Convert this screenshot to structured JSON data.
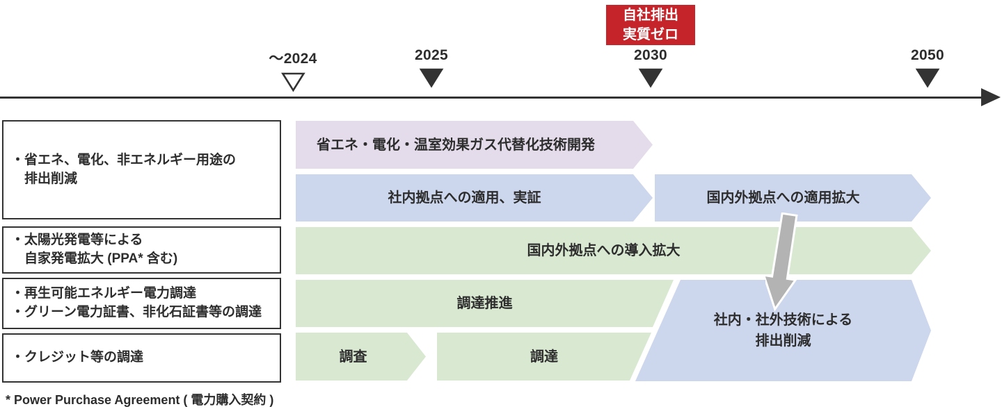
{
  "palette": {
    "purple": "#e4dcea",
    "blue": "#ccd6ec",
    "green": "#d9e8d1",
    "red": "#c5242b",
    "dark": "#333333",
    "gray_arrow": "#b3b3b3",
    "text": "#2d2d2d"
  },
  "timeline": {
    "badge": {
      "line1": "自社排出",
      "line2": "実質ゼロ"
    },
    "markers": [
      {
        "id": "m2024",
        "label": "～2024",
        "style": "open"
      },
      {
        "id": "m2025",
        "label": "2025",
        "style": "filled"
      },
      {
        "id": "m2030",
        "label": "2030",
        "style": "filled"
      },
      {
        "id": "m2050",
        "label": "2050",
        "style": "filled"
      }
    ]
  },
  "categories": [
    {
      "id": "cat-energy-saving",
      "lines": [
        {
          "text": "・省エネ、電化、非エネルギー用途の",
          "indent": false
        },
        {
          "text": "排出削減",
          "indent": true
        }
      ]
    },
    {
      "id": "cat-solar",
      "lines": [
        {
          "text": "・太陽光発電等による",
          "indent": false
        },
        {
          "text": "自家発電拡大 (PPA* 含む)",
          "indent": true
        }
      ]
    },
    {
      "id": "cat-renewable",
      "lines": [
        {
          "text": "・再生可能エネルギー電力調達",
          "indent": false
        },
        {
          "text": "・グリーン電力証書、非化石証書等の調達",
          "indent": false
        }
      ]
    },
    {
      "id": "cat-credit",
      "lines": [
        {
          "text": "・クレジット等の調達",
          "indent": false
        }
      ]
    }
  ],
  "bars": [
    {
      "id": "tech-dev",
      "lines": [
        "省エネ・電化・温室効果ガス代替化技術開発"
      ]
    },
    {
      "id": "internal-apply",
      "lines": [
        "社内拠点への適用、実証"
      ]
    },
    {
      "id": "global-apply",
      "lines": [
        "国内外拠点への適用拡大"
      ]
    },
    {
      "id": "global-deploy",
      "lines": [
        "国内外拠点への導入拡大"
      ]
    },
    {
      "id": "procurement-promotion",
      "lines": [
        "調達推進"
      ]
    },
    {
      "id": "survey",
      "lines": [
        "調査"
      ]
    },
    {
      "id": "procurement",
      "lines": [
        "調達"
      ]
    },
    {
      "id": "tech-reduction",
      "lines": [
        "社内・社外技術による",
        "排出削減"
      ]
    }
  ],
  "footnote": "* Power Purchase Agreement ( 電力購入契約 )"
}
